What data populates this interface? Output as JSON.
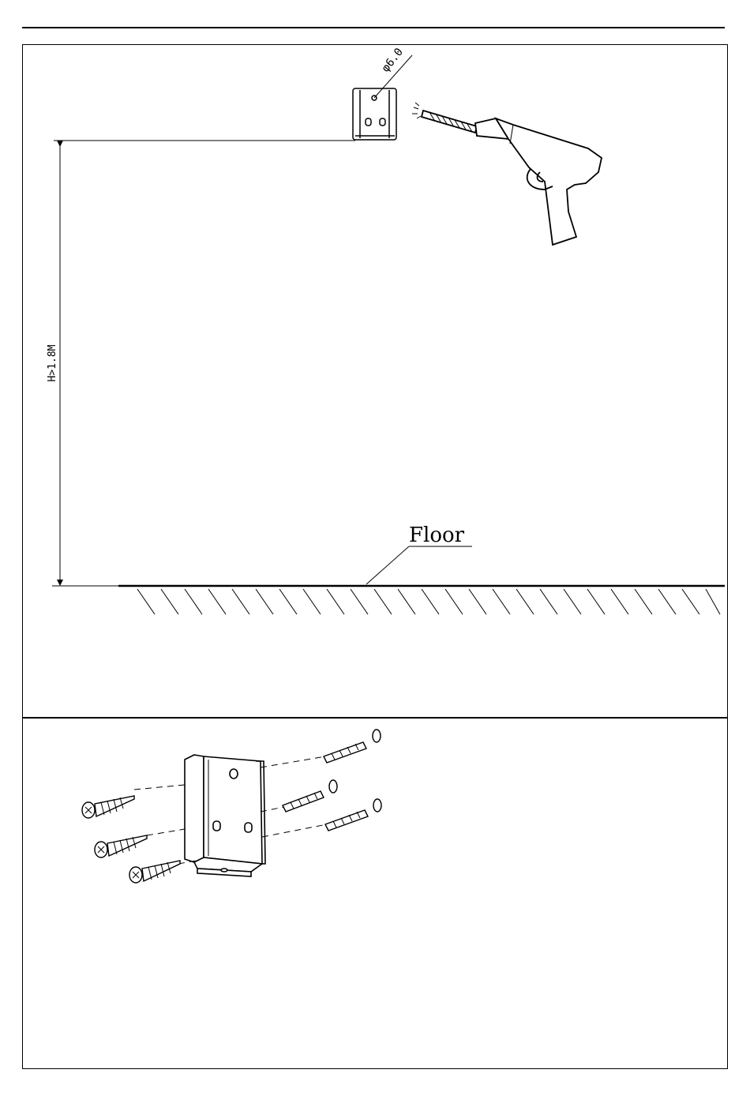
{
  "header": {},
  "top_panel": {
    "hole_diameter_label": "φ6.0",
    "height_label": "H>1.8M",
    "floor_label": "Floor"
  },
  "bottom_panel": {}
}
